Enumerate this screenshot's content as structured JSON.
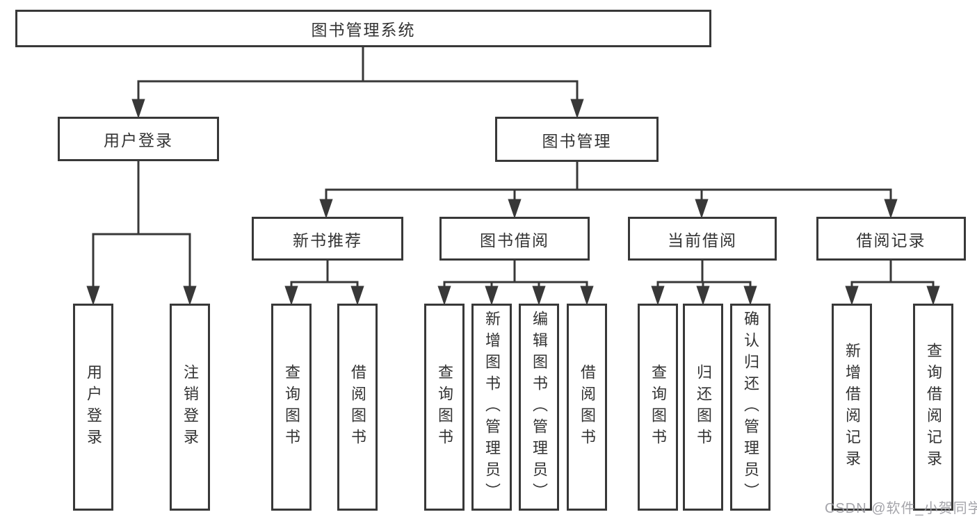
{
  "tree": {
    "label": "图书管理系统",
    "children": [
      {
        "label": "用户登录",
        "children": [
          {
            "label": "用户登录"
          },
          {
            "label": "注销登录"
          }
        ]
      },
      {
        "label": "图书管理",
        "children": [
          {
            "label": "新书推荐",
            "children": [
              {
                "label": "查询图书"
              },
              {
                "label": "借阅图书"
              }
            ]
          },
          {
            "label": "图书借阅",
            "children": [
              {
                "label": "查询图书"
              },
              {
                "label": "新增图书（管理员）"
              },
              {
                "label": "编辑图书（管理员）"
              },
              {
                "label": "借阅图书"
              }
            ]
          },
          {
            "label": "当前借阅",
            "children": [
              {
                "label": "查询图书"
              },
              {
                "label": "归还图书"
              },
              {
                "label": "确认归还（管理员）"
              }
            ]
          },
          {
            "label": "借阅记录",
            "children": [
              {
                "label": "新增借阅记录"
              },
              {
                "label": "查询借阅记录"
              }
            ]
          }
        ]
      }
    ]
  },
  "watermark": {
    "text": "CSDN @软件_小贺同学"
  },
  "colors": {
    "line": "#383838",
    "text": "#333333",
    "watermark": "#9b9ba1",
    "background": "#ffffff"
  }
}
